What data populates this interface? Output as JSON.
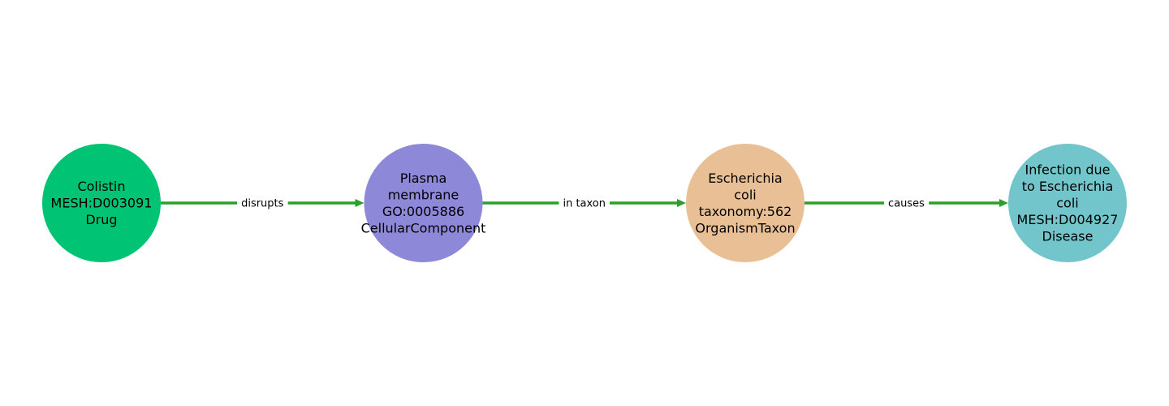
{
  "graph": {
    "nodes": [
      {
        "id": "colistin",
        "lines": [
          "Colistin",
          "MESH:D003091",
          "Drug"
        ],
        "color": "#00c473"
      },
      {
        "id": "plasma-membrane",
        "lines": [
          "Plasma",
          "membrane",
          "GO:0005886",
          "CellularComponent"
        ],
        "color": "#8e88d8"
      },
      {
        "id": "e-coli",
        "lines": [
          "Escherichia",
          "coli",
          "taxonomy:562",
          "OrganismTaxon"
        ],
        "color": "#e9c096"
      },
      {
        "id": "infection",
        "lines": [
          "Infection due",
          "to Escherichia",
          "coli",
          "MESH:D004927",
          "Disease"
        ],
        "color": "#72c6cb"
      }
    ],
    "edges": [
      {
        "source": "colistin",
        "target": "plasma-membrane",
        "label": "disrupts"
      },
      {
        "source": "plasma-membrane",
        "target": "e-coli",
        "label": "in taxon"
      },
      {
        "source": "e-coli",
        "target": "infection",
        "label": "causes"
      }
    ],
    "edge_color": "#2ca02c"
  }
}
